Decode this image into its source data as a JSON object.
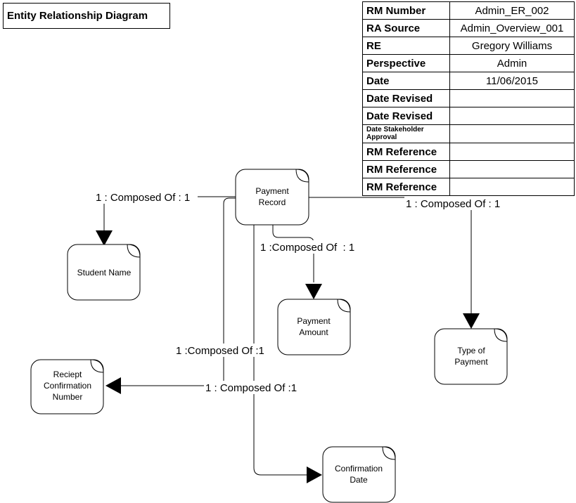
{
  "title": "Entity Relationship Diagram",
  "meta_table": [
    {
      "key": "RM Number",
      "value": "Admin_ER_002"
    },
    {
      "key": "RA Source",
      "value": "Admin_Overview_001"
    },
    {
      "key": "RE",
      "value": "Gregory Williams"
    },
    {
      "key": "Perspective",
      "value": "Admin"
    },
    {
      "key": "Date",
      "value": "11/06/2015"
    },
    {
      "key": "Date Revised",
      "value": ""
    },
    {
      "key": "Date Revised",
      "value": ""
    },
    {
      "key": "Date Stakeholder Approval",
      "value": ""
    },
    {
      "key": "RM Reference",
      "value": ""
    },
    {
      "key": "RM Reference",
      "value": ""
    },
    {
      "key": "RM Reference",
      "value": ""
    }
  ],
  "entities": {
    "payment_record": [
      "Payment",
      "Record"
    ],
    "student_name": [
      "Student Name"
    ],
    "payment_amount": [
      "Payment",
      "Amount"
    ],
    "type_of_payment": [
      "Type of",
      "Payment"
    ],
    "receipt_confirmation_number": [
      "Reciept",
      "Confirmation",
      "Number"
    ],
    "confirmation_date": [
      "Confirmation",
      "Date"
    ]
  },
  "relationships": {
    "student_name": "1 : Composed Of : 1",
    "type_of_payment": "1 : Composed Of : 1",
    "payment_amount": "1 :Composed Of  : 1",
    "receipt_confirmation_number": "1 :Composed Of :1",
    "confirmation_date": "1 : Composed Of :1"
  }
}
